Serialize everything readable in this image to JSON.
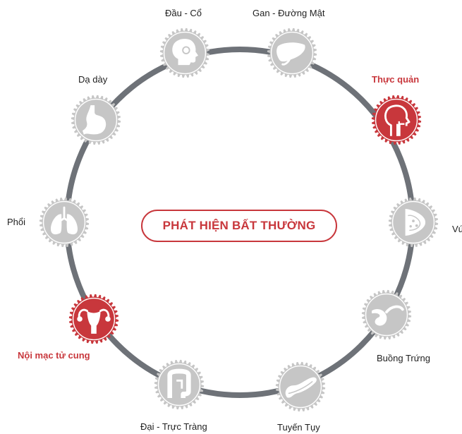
{
  "center_title": "PHÁT HIỆN BẤT THƯỜNG",
  "colors": {
    "ring": "#6e7278",
    "gear_gray": "#c6c6c6",
    "gear_red": "#c8373c",
    "text": "#1f1f1f",
    "accent": "#c8373c"
  },
  "organs": [
    {
      "id": "dau-co",
      "label": "Đầu - Cổ",
      "icon": "head-icon",
      "highlighted": false
    },
    {
      "id": "gan-duong-mat",
      "label": "Gan - Đường Mật",
      "icon": "liver-icon",
      "highlighted": false
    },
    {
      "id": "thuc-quan",
      "label": "Thực quản",
      "icon": "esophagus-icon",
      "highlighted": true
    },
    {
      "id": "vu",
      "label": "Vú",
      "icon": "breast-icon",
      "highlighted": false
    },
    {
      "id": "buong-trung",
      "label": "Buồng  Trứng",
      "icon": "ovary-icon",
      "highlighted": false
    },
    {
      "id": "tuyen-tuy",
      "label": "Tuyến Tụy",
      "icon": "pancreas-icon",
      "highlighted": false
    },
    {
      "id": "dai-truc-trang",
      "label": "Đại - Trực Tràng",
      "icon": "colon-icon",
      "highlighted": false
    },
    {
      "id": "noi-mac-tu-cung",
      "label": "Nội mạc tử cung",
      "icon": "uterus-icon",
      "highlighted": true
    },
    {
      "id": "phoi",
      "label": "Phổi",
      "icon": "lungs-icon",
      "highlighted": false
    },
    {
      "id": "da-day",
      "label": "Dạ dày",
      "icon": "stomach-icon",
      "highlighted": false
    }
  ]
}
